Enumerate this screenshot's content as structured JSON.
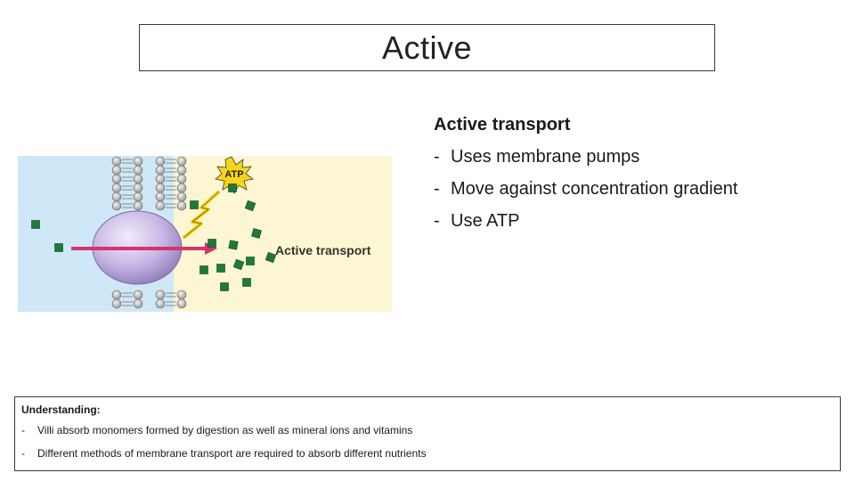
{
  "slide": {
    "title": "Active"
  },
  "bullets": {
    "heading": "Active transport",
    "dash": "-",
    "items": [
      "Uses membrane pumps",
      "Move against concentration gradient",
      "Use ATP"
    ]
  },
  "figure": {
    "atp_label": "ATP",
    "arrow_label": "Active transport",
    "colors": {
      "outside": "#cfe8f7",
      "inside": "#fdf6d3",
      "protein": "#c9b8e6",
      "molecule": "#1f7a3a",
      "arrow": "#d6336c",
      "atp_burst": "#f7d51a",
      "lightning": "#f7d51a"
    }
  },
  "understanding": {
    "heading": "Understanding:",
    "dash": "-",
    "items": [
      "Villi absorb monomers formed by digestion as well as mineral ions and vitamins",
      "Different methods of membrane transport are required to absorb different nutrients"
    ]
  }
}
